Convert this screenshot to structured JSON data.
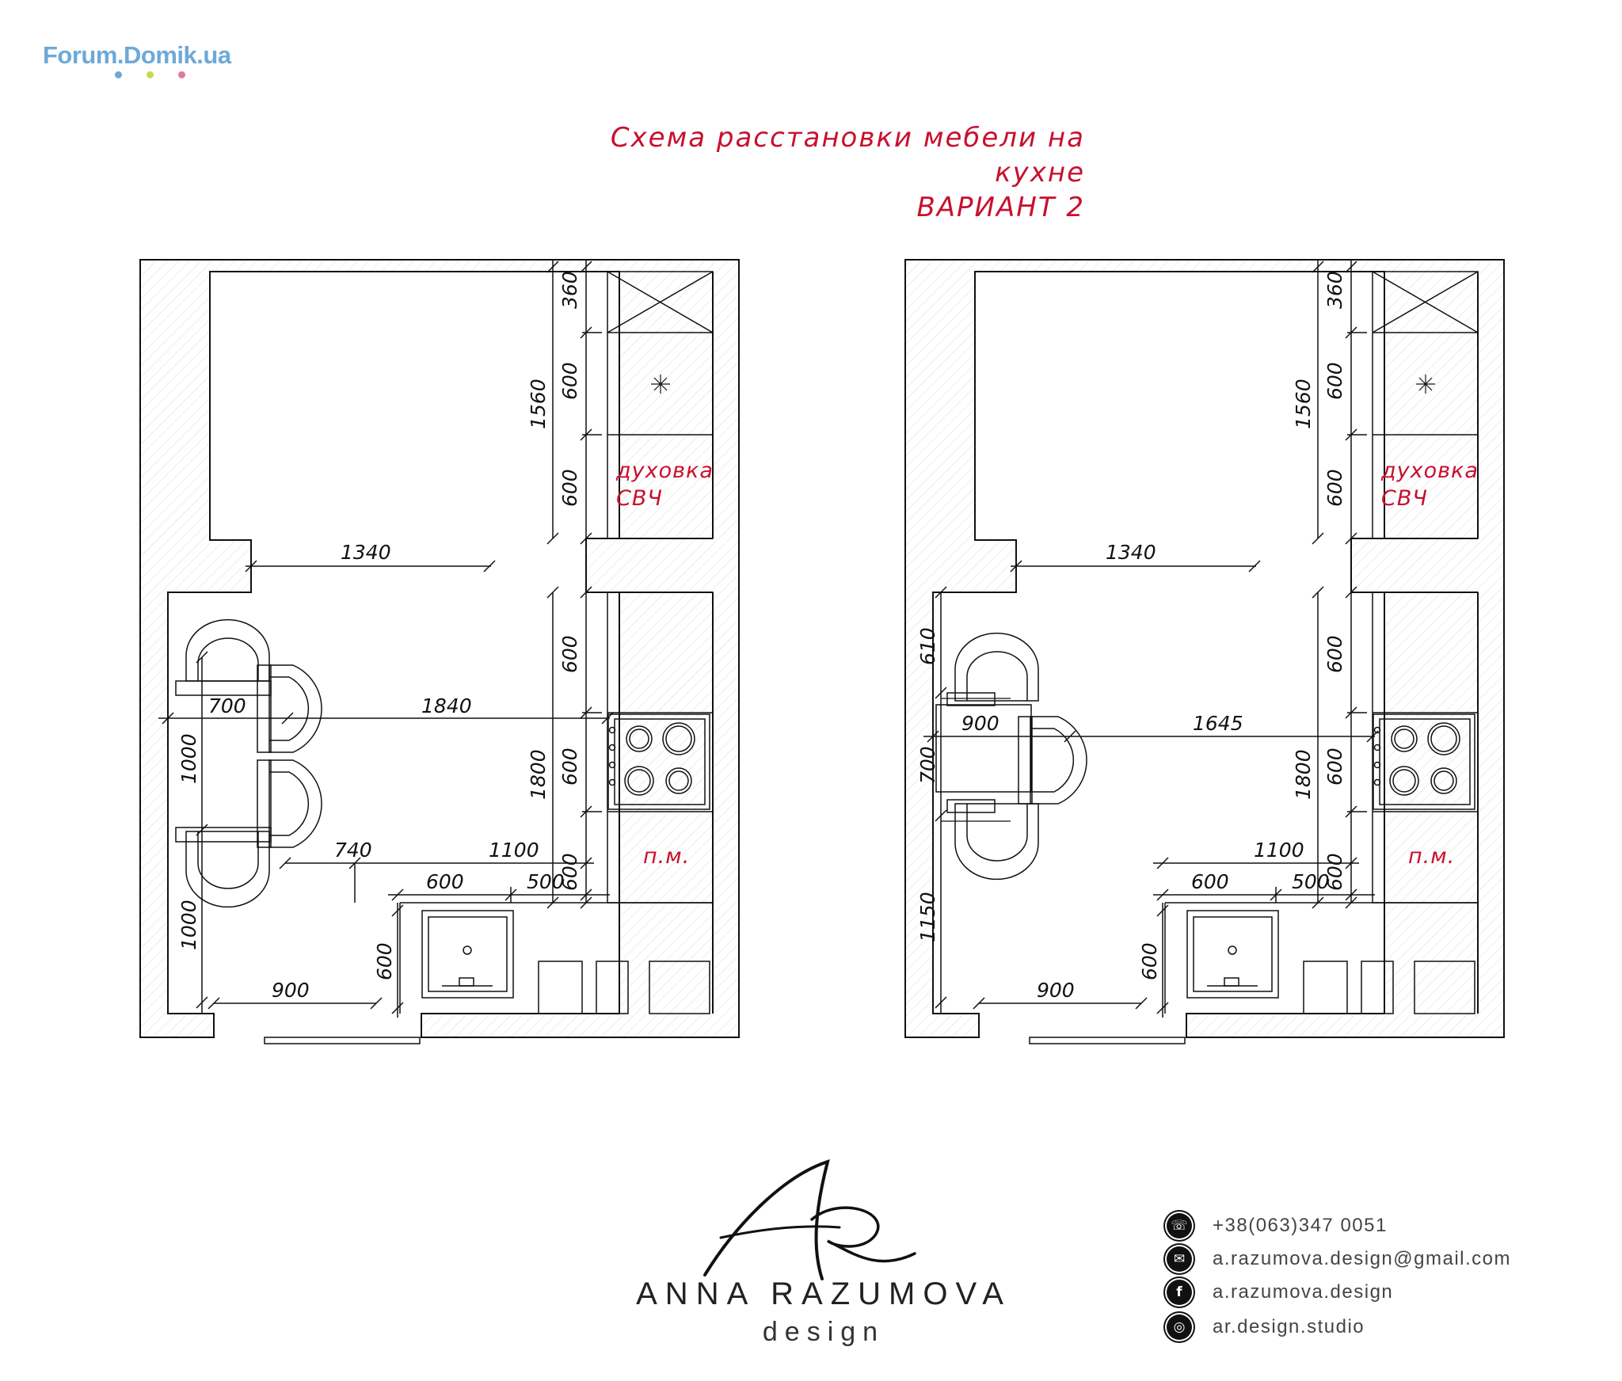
{
  "watermark": {
    "text": "Forum.Domik.ua",
    "dot_colors": [
      "#6da9d8",
      "#c9d65a",
      "#e07a9a"
    ]
  },
  "title": {
    "line1": "Схема расстановки мебели на кухне",
    "line2": "ВАРИАНТ 2",
    "color": "#c8102e"
  },
  "plans": [
    {
      "labels": {
        "oven": "духовка",
        "microwave": "СВЧ",
        "dishwasher": "п.м."
      },
      "dims": {
        "d360": "360",
        "d600a": "600",
        "d600b": "600",
        "d1560": "1560",
        "d1340": "1340",
        "d600c": "600",
        "d600d": "600",
        "d600e": "600",
        "d1800": "1800",
        "d700": "700",
        "d1840": "1840",
        "d1000a": "1000",
        "d1000b": "1000",
        "d740": "740",
        "d1100": "1100",
        "d600f": "600",
        "d500": "500",
        "d900": "900",
        "d600g": "600"
      }
    },
    {
      "labels": {
        "oven": "духовка",
        "microwave": "СВЧ",
        "dishwasher": "п.м."
      },
      "dims": {
        "d360": "360",
        "d600a": "600",
        "d600b": "600",
        "d1560": "1560",
        "d1340": "1340",
        "d600c": "600",
        "d600d": "600",
        "d600e": "600",
        "d1800": "1800",
        "d610": "610",
        "d900a": "900",
        "d1645": "1645",
        "d700": "700",
        "d1150": "1150",
        "d1100": "1100",
        "d600f": "600",
        "d500": "500",
        "d900": "900",
        "d600g": "600"
      }
    }
  ],
  "brand": {
    "monogram": "AR",
    "name": "ANNA RAZUMOVA",
    "sub": "design"
  },
  "contacts": [
    {
      "icon": "whatsapp-icon",
      "text": "+38(063)347 0051"
    },
    {
      "icon": "mail-icon",
      "text": "a.razumova.design@gmail.com"
    },
    {
      "icon": "facebook-icon",
      "text": "a.razumova.design"
    },
    {
      "icon": "instagram-icon",
      "text": "ar.design.studio"
    }
  ]
}
